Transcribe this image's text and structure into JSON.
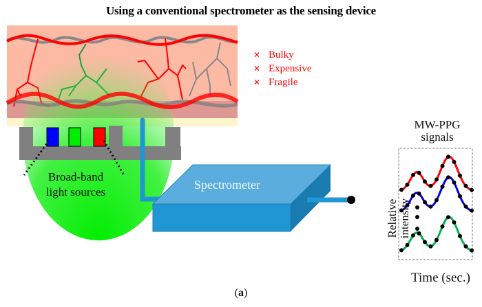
{
  "title": "Using a conventional spectrometer as the sensing device",
  "drawbacks": {
    "icon": "cross-icon",
    "items": [
      "Bulky",
      "Expensive",
      "Fragile"
    ],
    "color": "#ff0000"
  },
  "light_sources": {
    "label_line1": "Broad-band",
    "label_line2": "light sources",
    "colors": [
      "#0000ff",
      "#00ee00",
      "#ff0000"
    ]
  },
  "device": {
    "label": "Spectrometer",
    "color": "#2196d4"
  },
  "signals_panel": {
    "title_line1": "MW-PPG",
    "title_line2": "signals",
    "ylabel_line1": "Relative",
    "ylabel_line2": "intensity",
    "xlabel": "Time (sec.)",
    "series": [
      {
        "name": "red",
        "color": "#ff0000"
      },
      {
        "name": "blue",
        "color": "#0000ee"
      },
      {
        "name": "green",
        "color": "#00b050"
      }
    ]
  },
  "caption": {
    "open": "(",
    "letter": "a",
    "close": ")"
  },
  "colors": {
    "skin": "#fcb9a4",
    "vessel_red": "#ff0000",
    "vessel_gray": "#808080",
    "glow": "#00ee00",
    "housing": "#808080"
  }
}
